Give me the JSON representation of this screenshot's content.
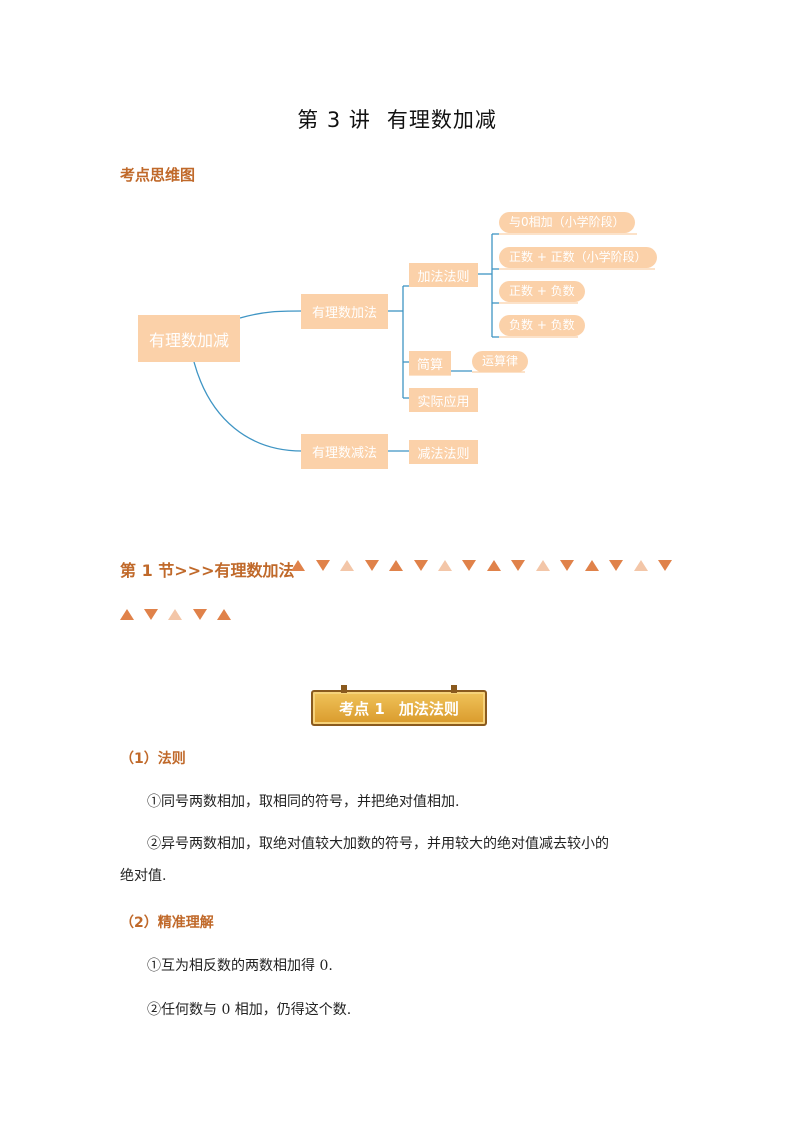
{
  "doc": {
    "title_part1": "第 3 讲",
    "title_part2": "有理数加减",
    "mindmap_heading": "考点思维图"
  },
  "mindmap": {
    "root": "有理数加减",
    "add": "有理数加法",
    "sub": "有理数减法",
    "add_rule": "加法法则",
    "simplify": "简算",
    "law": "运算律",
    "apply": "实际应用",
    "sub_rule": "减法法则",
    "leaf1": "与0相加（小学阶段）",
    "leaf2": "正数 + 正数（小学阶段）",
    "leaf3": "正数 + 负数",
    "leaf4": "负数 + 负数"
  },
  "section": {
    "heading": "第 1 节>>>有理数加法"
  },
  "kaodian": {
    "label": "考点 1",
    "name": "加法法则"
  },
  "content": {
    "h1": "（1）法则",
    "p1": "①同号两数相加，取相同的符号，并把绝对值相加.",
    "p2_line1": "②异号两数相加，取绝对值较大加数的符号，并用较大的绝对值减去较小的",
    "p2_line2": "绝对值.",
    "h2": "（2）精准理解",
    "p3": "①互为相反数的两数相加得 0.",
    "p4": "②任何数与 0 相加，仍得这个数."
  },
  "colors": {
    "accent": "#c0692a",
    "node_fill": "#fbd1a9",
    "connector": "#3f95c4",
    "triangle_dark": "#e0824a",
    "triangle_light": "#f3c6a8"
  }
}
